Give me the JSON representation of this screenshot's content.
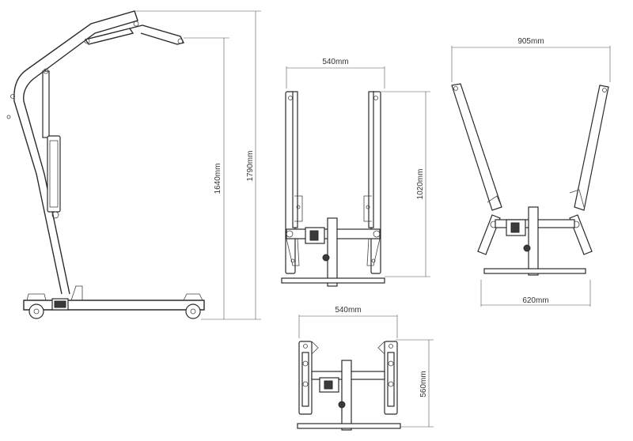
{
  "dimensions": {
    "side_height_1640": "1640mm",
    "side_height_1790": "1790mm",
    "front_width_540": "540mm",
    "front_height_1020": "1020mm",
    "spread_width_905": "905mm",
    "spread_base_620": "620mm",
    "bottom_width_540": "540mm",
    "bottom_height_560": "560mm"
  },
  "colors": {
    "line": "#2b2b2b",
    "dimension": "#555555",
    "background": "#ffffff"
  }
}
